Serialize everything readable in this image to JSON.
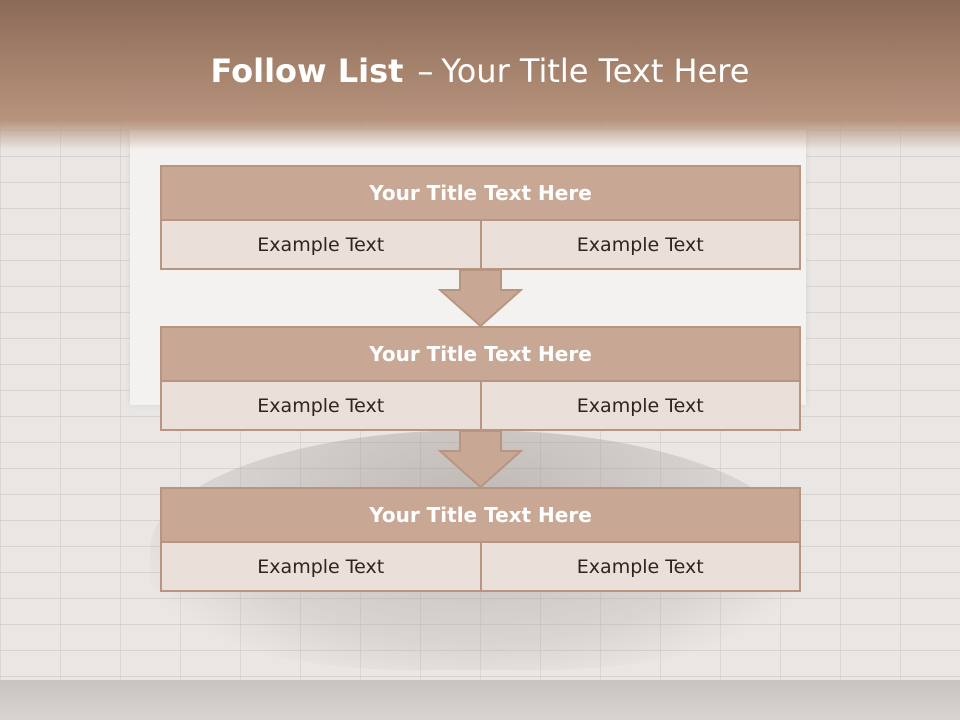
{
  "slide": {
    "title_bold": "Follow List",
    "title_sep": "–",
    "title_rest": "Your Title Text Here"
  },
  "blocks": [
    {
      "title": "Your Title Text Here",
      "left": "Example Text",
      "right": "Example Text"
    },
    {
      "title": "Your Title Text Here",
      "left": "Example Text",
      "right": "Example Text"
    },
    {
      "title": "Your Title Text Here",
      "left": "Example Text",
      "right": "Example Text"
    }
  ],
  "colors": {
    "title_band": "#a5826c",
    "block_head": "#c8a795",
    "cell_fill": "#eadfd9",
    "border": "#b89580"
  }
}
